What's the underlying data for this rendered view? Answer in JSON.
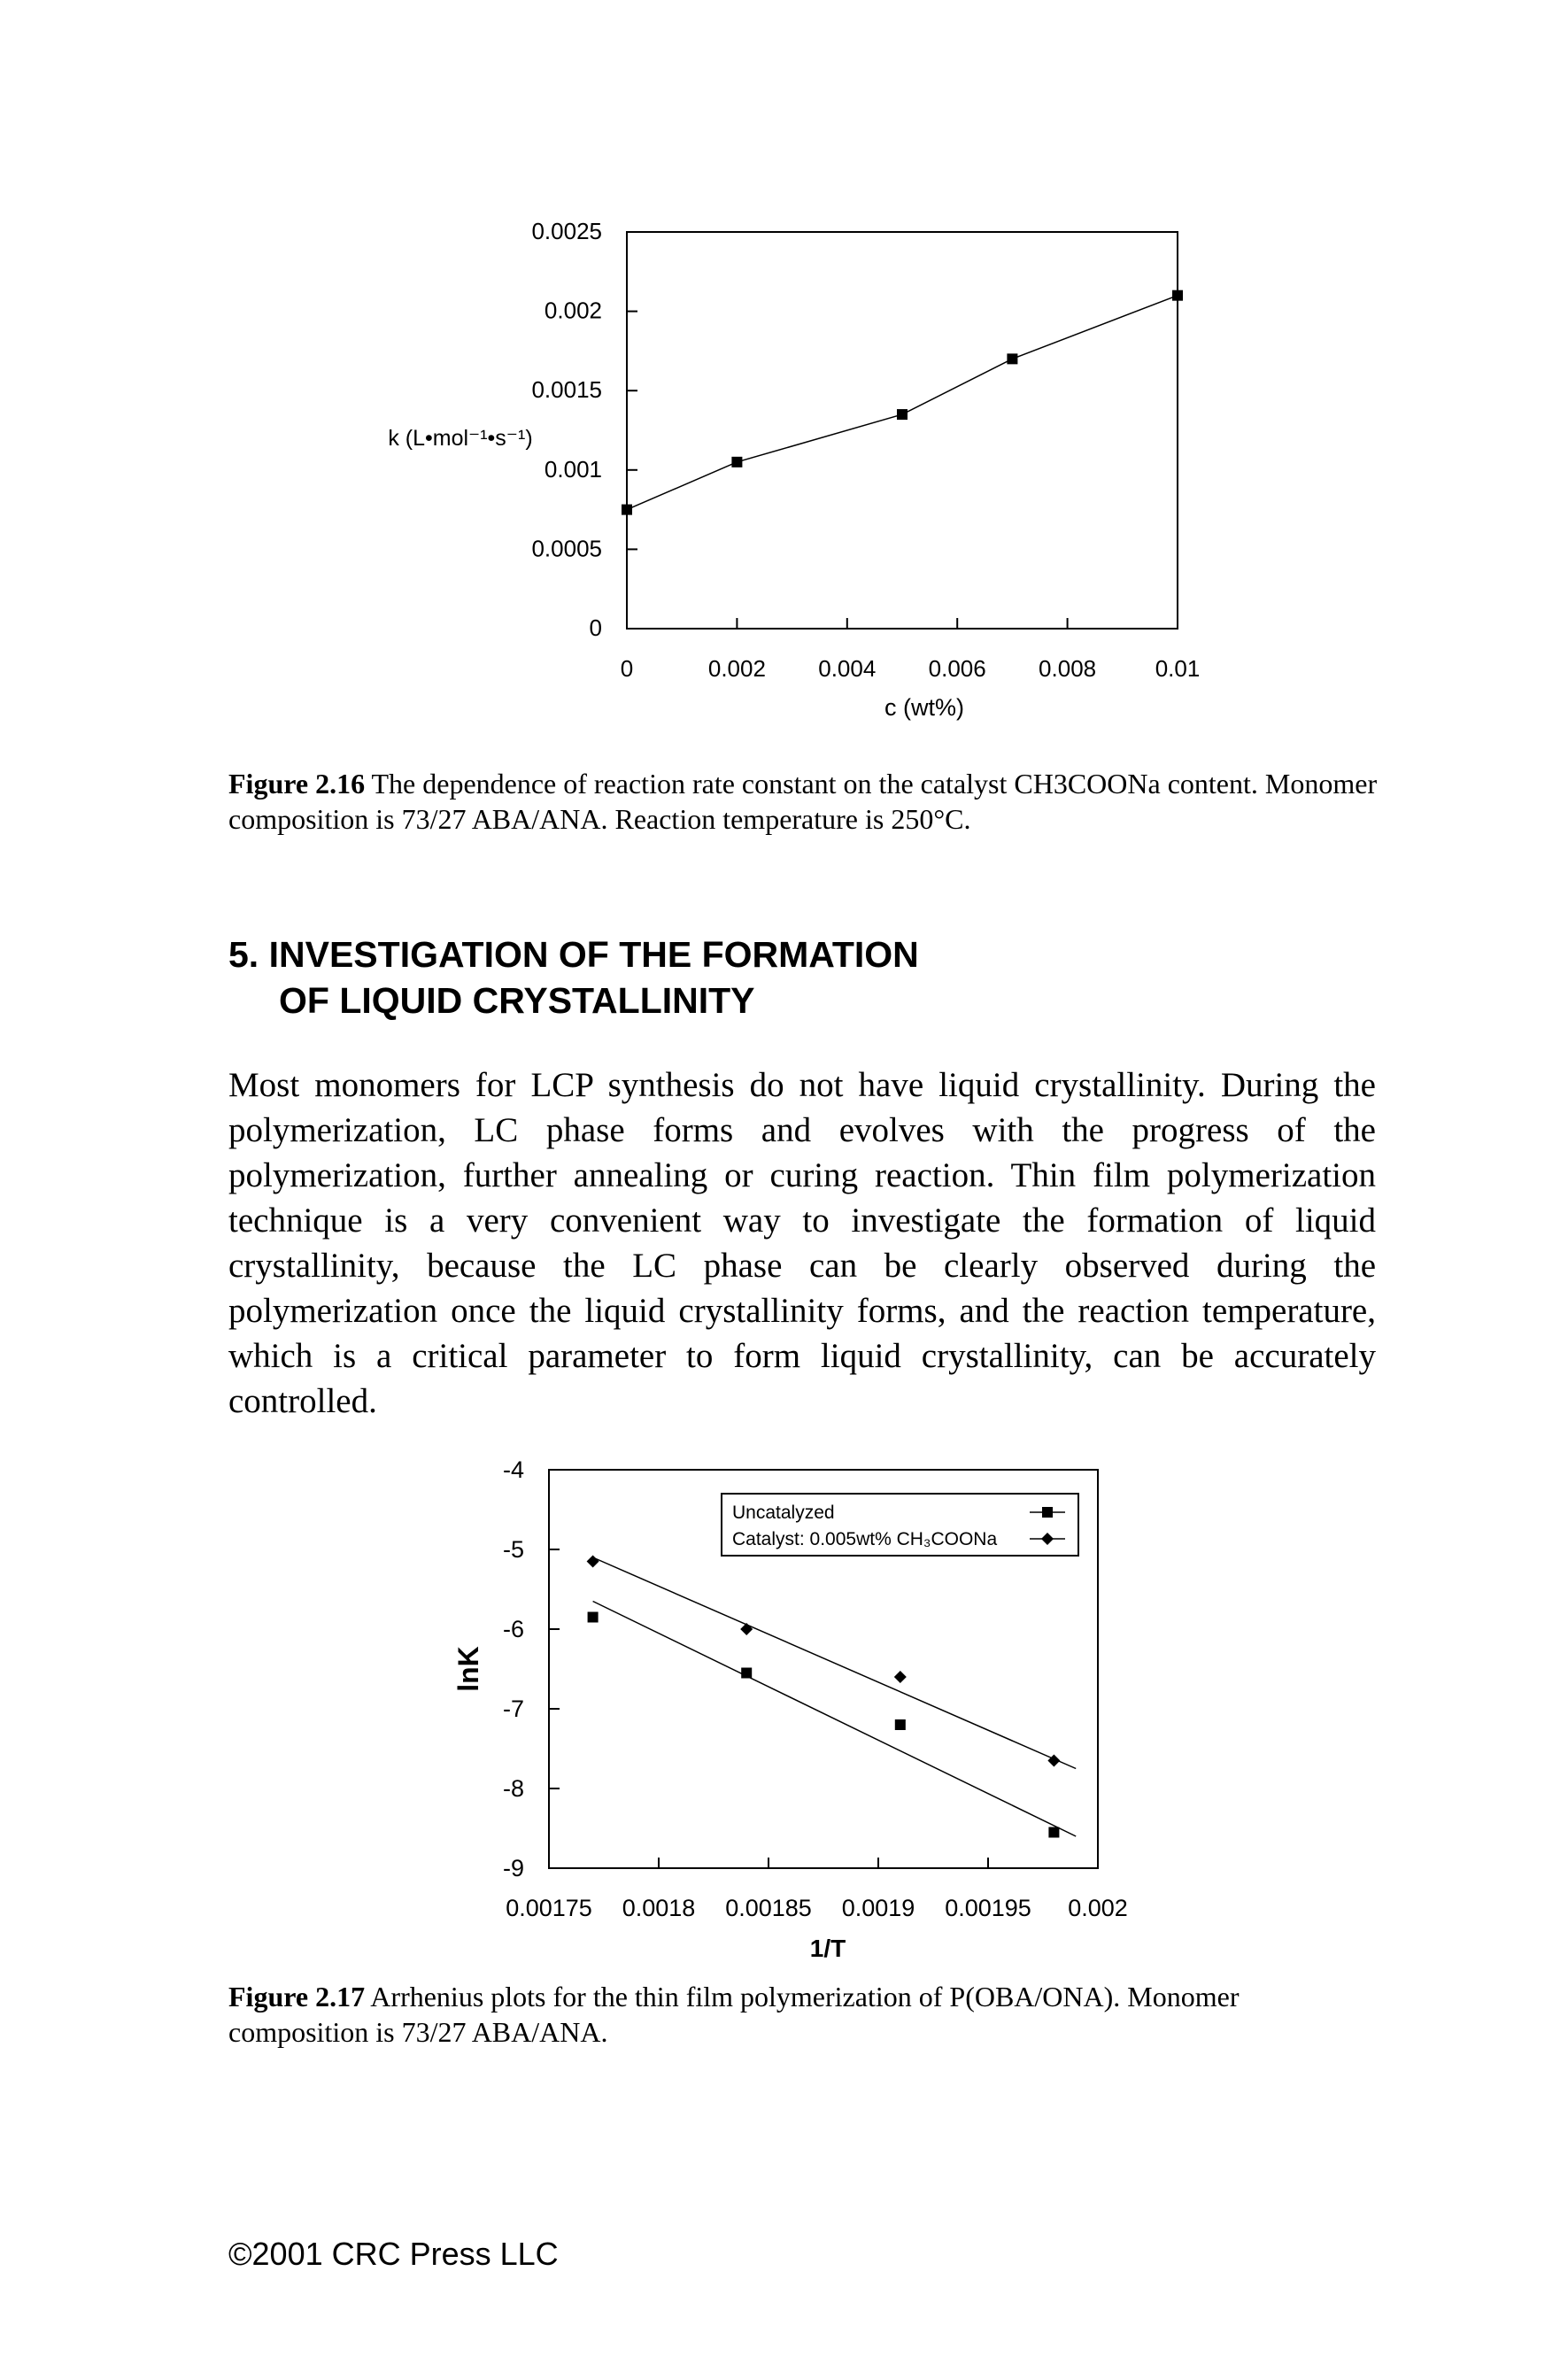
{
  "chart_data": [
    {
      "type": "line",
      "title": "",
      "xlabel": "c (wt%)",
      "ylabel": "k (L•mol⁻¹•s⁻¹)",
      "xlim": [
        0,
        0.01
      ],
      "ylim": [
        0,
        0.0025
      ],
      "x_ticks": [
        "0",
        "0.002",
        "0.004",
        "0.006",
        "0.008",
        "0.01"
      ],
      "y_ticks": [
        "0",
        "0.0005",
        "0.001",
        "0.0015",
        "0.002",
        "0.0025"
      ],
      "grid": false,
      "series": [
        {
          "x": [
            0,
            0.002,
            0.005,
            0.007,
            0.01
          ],
          "values": [
            0.00075,
            0.00105,
            0.00135,
            0.0017,
            0.0021
          ],
          "marker": "square"
        }
      ]
    },
    {
      "type": "scatter",
      "title": "",
      "xlabel": "1/T",
      "ylabel": "lnK",
      "xlim": [
        0.00175,
        0.002
      ],
      "ylim": [
        -9,
        -4
      ],
      "x_ticks": [
        "0.00175",
        "0.0018",
        "0.00185",
        "0.0019",
        "0.00195",
        "0.002"
      ],
      "y_ticks": [
        "-9",
        "-8",
        "-7",
        "-6",
        "-5",
        "-4"
      ],
      "grid": false,
      "legend_position": "top-right",
      "series": [
        {
          "name": "Uncatalyzed",
          "marker": "square",
          "x": [
            0.00177,
            0.00184,
            0.00191,
            0.00198
          ],
          "values": [
            -5.85,
            -6.55,
            -7.2,
            -8.55
          ],
          "fit": [
            [
              0.00177,
              -5.65
            ],
            [
              0.00199,
              -8.6
            ]
          ]
        },
        {
          "name": "Catalyst: 0.005wt% CH₃COONa",
          "marker": "diamond",
          "x": [
            0.00177,
            0.00184,
            0.00191,
            0.00198
          ],
          "values": [
            -5.15,
            -6.0,
            -6.6,
            -7.65
          ],
          "fit": [
            [
              0.00177,
              -5.1
            ],
            [
              0.00199,
              -7.75
            ]
          ]
        }
      ]
    }
  ],
  "figure1": {
    "label": "Figure 2.16",
    "caption": "The dependence of reaction rate constant on the catalyst CH3COONa content. Monomer composition is 73/27 ABA/ANA. Reaction temperature is 250°C."
  },
  "section": {
    "number": "5.",
    "title_line1": "INVESTIGATION OF THE FORMATION",
    "title_line2": "OF LIQUID CRYSTALLINITY"
  },
  "body": "Most monomers for LCP synthesis do not have liquid crystallinity. During the polymerization, LC phase forms and evolves with the progress of the polymerization, further annealing or curing reaction. Thin film polymerization technique is a very convenient way to investigate the formation of liquid crystallinity, because the LC phase can be clearly observed during the polymerization once the liquid crystallinity forms, and the reaction temperature, which is a critical parameter to form liquid crystallinity, can be accurately controlled.",
  "figure2": {
    "label": "Figure 2.17",
    "caption": "Arrhenius plots for the thin film polymerization of P(OBA/ONA). Monomer composition is 73/27 ABA/ANA."
  },
  "footer": "©2001 CRC Press LLC"
}
